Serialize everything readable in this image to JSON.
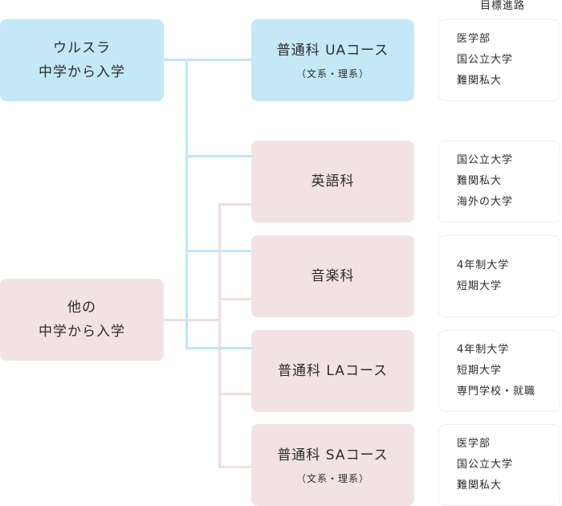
{
  "goal_header": "目標進路",
  "sources": {
    "ulsura": [
      "ウルスラ",
      "中学から入学"
    ],
    "other": [
      "他の",
      "中学から入学"
    ]
  },
  "courses": [
    {
      "name": "普通科 UAコース",
      "sub": "（文系・理系）"
    },
    {
      "name": "英語科",
      "sub": ""
    },
    {
      "name": "音楽科",
      "sub": ""
    },
    {
      "name": "普通科 LAコース",
      "sub": ""
    },
    {
      "name": "普通科 SAコース",
      "sub": "（文系・理系）"
    }
  ],
  "goals": [
    [
      "医学部",
      "国公立大学",
      "難関私大"
    ],
    [
      "国公立大学",
      "難関私大",
      "海外の大学"
    ],
    [
      "4年制大学",
      "短期大学"
    ],
    [
      "4年制大学",
      "短期大学",
      "専門学校・就職"
    ],
    [
      "医学部",
      "国公立大学",
      "難関私大"
    ]
  ],
  "colors": {
    "ulsura_path": "#bfe6f6",
    "other_path": "#ecdfe0",
    "ulsura_box": "#c5e8f8",
    "other_box": "#f3e2e3"
  }
}
